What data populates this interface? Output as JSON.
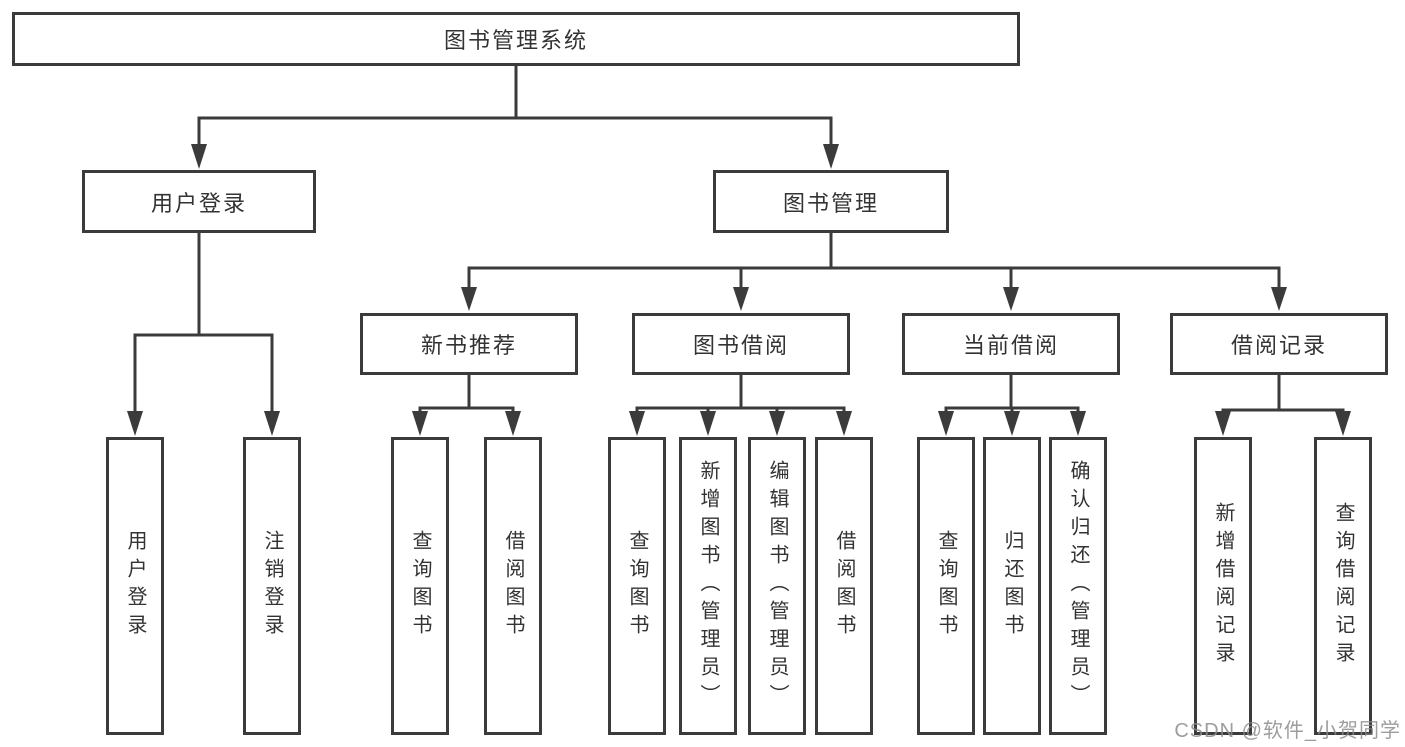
{
  "tree": {
    "root": {
      "label": "图书管理系统",
      "children": [
        {
          "label": "用户登录",
          "children": [
            {
              "label": "用户登录"
            },
            {
              "label": "注销登录"
            }
          ]
        },
        {
          "label": "图书管理",
          "children": [
            {
              "label": "新书推荐",
              "children": [
                {
                  "label": "查询图书"
                },
                {
                  "label": "借阅图书"
                }
              ]
            },
            {
              "label": "图书借阅",
              "children": [
                {
                  "label": "查询图书"
                },
                {
                  "label": "新增图书（管理员）"
                },
                {
                  "label": "编辑图书（管理员）"
                },
                {
                  "label": "借阅图书"
                }
              ]
            },
            {
              "label": "当前借阅",
              "children": [
                {
                  "label": "查询图书"
                },
                {
                  "label": "归还图书"
                },
                {
                  "label": "确认归还（管理员）"
                }
              ]
            },
            {
              "label": "借阅记录",
              "children": [
                {
                  "label": "新增借阅记录"
                },
                {
                  "label": "查询借阅记录"
                }
              ]
            }
          ]
        }
      ]
    }
  },
  "watermark": "CSDN @软件_小贺同学",
  "colors": {
    "line": "#3b3b3b",
    "text": "#333333",
    "watermark": "#8c8c8c",
    "background": "#ffffff"
  }
}
